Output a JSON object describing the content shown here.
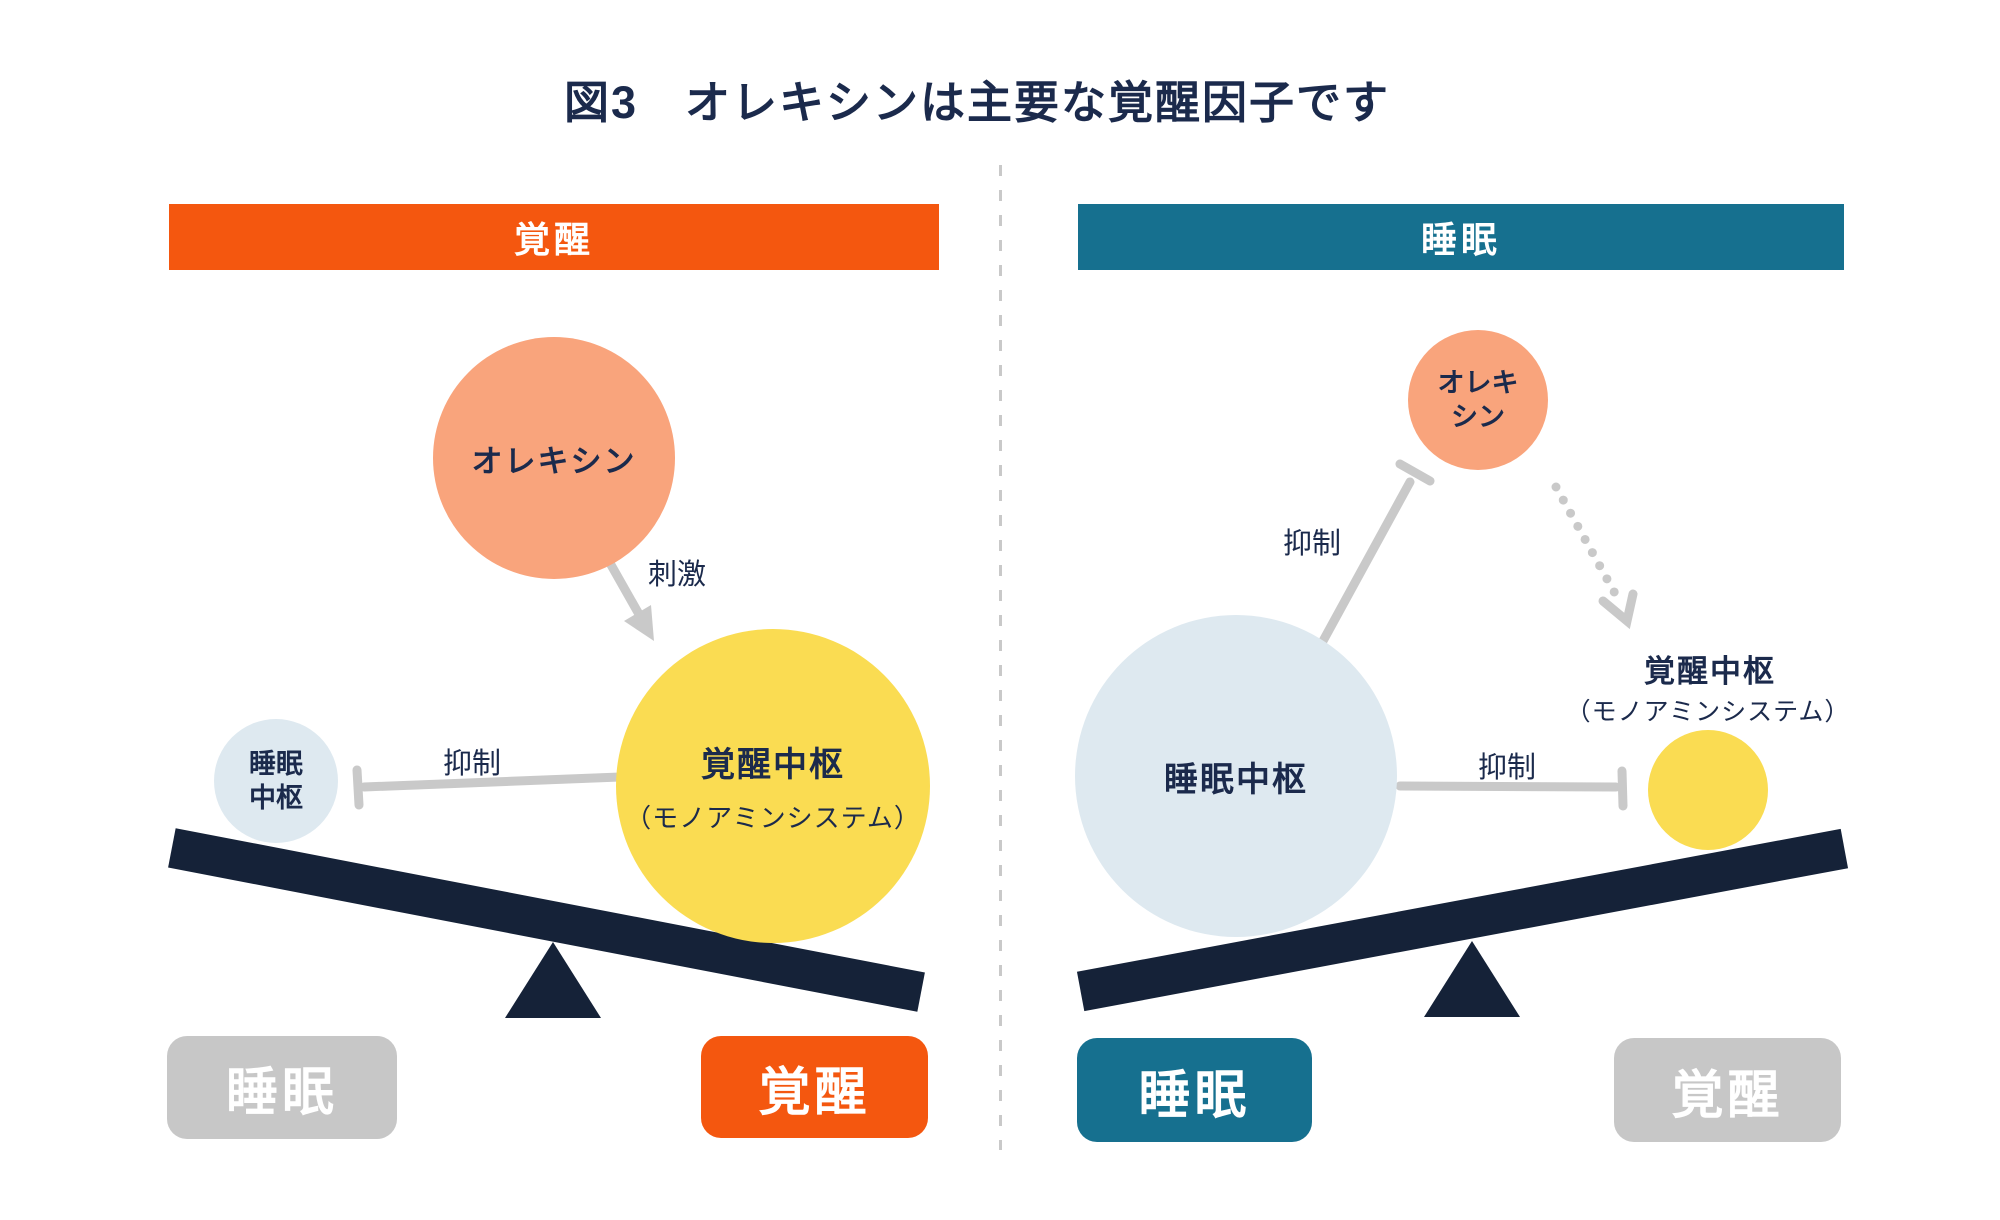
{
  "title": "図3　オレキシンは主要な覚醒因子です",
  "colors": {
    "orange": "#f4570f",
    "teal": "#16708f",
    "salmon": "#f9a47c",
    "yellow": "#fadc52",
    "light_blue": "#dee9f0",
    "navy": "#152238",
    "text_navy": "#1b2a4c",
    "gray_line": "#c9c9c9",
    "gray_box": "#c7c7c7"
  },
  "left": {
    "header": "覚醒",
    "orexin_circle": "オレキシン",
    "stimulation_label": "刺激",
    "inhibition_label": "抑制",
    "wake_center": {
      "title": "覚醒中枢",
      "subtitle": "（モノアミンシステム）"
    },
    "sleep_center": {
      "line1": "睡眠",
      "line2": "中枢"
    },
    "sleep_button": "睡眠",
    "wake_button": "覚醒"
  },
  "right": {
    "header": "睡眠",
    "orexin_circle": {
      "line1": "オレキ",
      "line2": "シン"
    },
    "inhibition_upper_label": "抑制",
    "inhibition_lower_label": "抑制",
    "wake_center": {
      "title": "覚醒中枢",
      "subtitle": "（モノアミンシステム）"
    },
    "sleep_center": "睡眠中枢",
    "sleep_button": "睡眠",
    "wake_button": "覚醒"
  }
}
